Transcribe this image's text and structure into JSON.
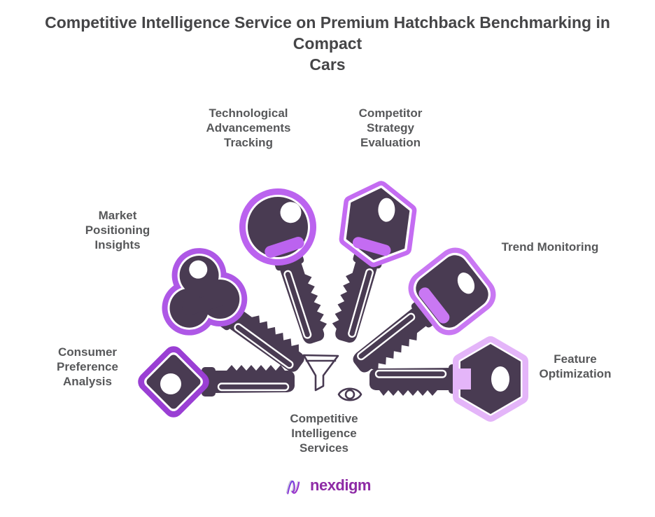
{
  "title": "Competitive Intelligence Service on Premium Hatchback Benchmarking in Compact\nCars",
  "center": {
    "label": "Competitive\nIntelligence\nServices",
    "icon": "funnel-eye-icon"
  },
  "items": [
    {
      "label": "Consumer\nPreference\nAnalysis",
      "key_head": "diamond",
      "outline_color": "#9A3FD4"
    },
    {
      "label": "Market\nPositioning\nInsights",
      "key_head": "trefoil",
      "outline_color": "#AE58E6"
    },
    {
      "label": "Technological\nAdvancements\nTracking",
      "key_head": "round",
      "outline_color": "#BB63EF"
    },
    {
      "label": "Competitor\nStrategy\nEvaluation",
      "key_head": "hexagon",
      "outline_color": "#C46CF2"
    },
    {
      "label": "Trend Monitoring",
      "key_head": "rounded-square",
      "outline_color": "#C978F3"
    },
    {
      "label": "Feature\nOptimization",
      "key_head": "hexagon-light",
      "outline_color": "#E4B5F9"
    }
  ],
  "colors": {
    "key_body": "#493B52",
    "icon_stroke": "#483A52",
    "title_text": "#454547",
    "label_text": "#57585A",
    "logo_purple": "#8E2BA6",
    "background": "#FFFFFF"
  },
  "logo": {
    "text": "nexdigm"
  }
}
